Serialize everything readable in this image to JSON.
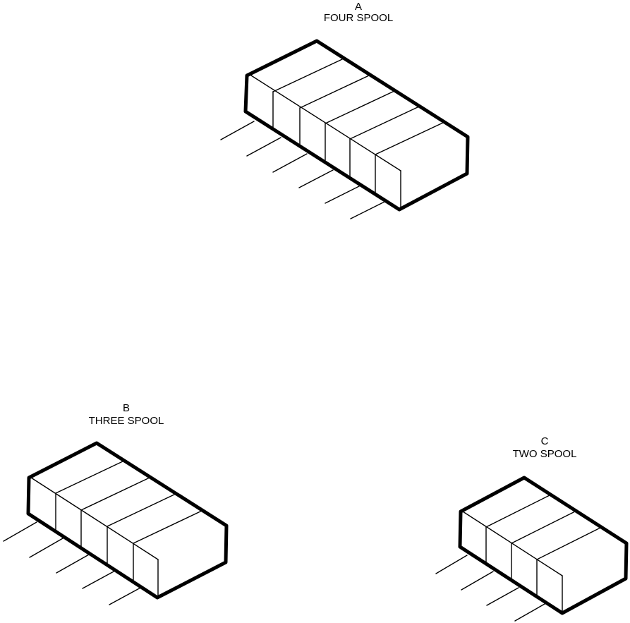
{
  "figures": [
    {
      "letter": "A",
      "caption": "FOUR SPOOL"
    },
    {
      "letter": "B",
      "caption": "THREE SPOOL"
    },
    {
      "letter": "C",
      "caption": "TWO SPOOL"
    }
  ]
}
